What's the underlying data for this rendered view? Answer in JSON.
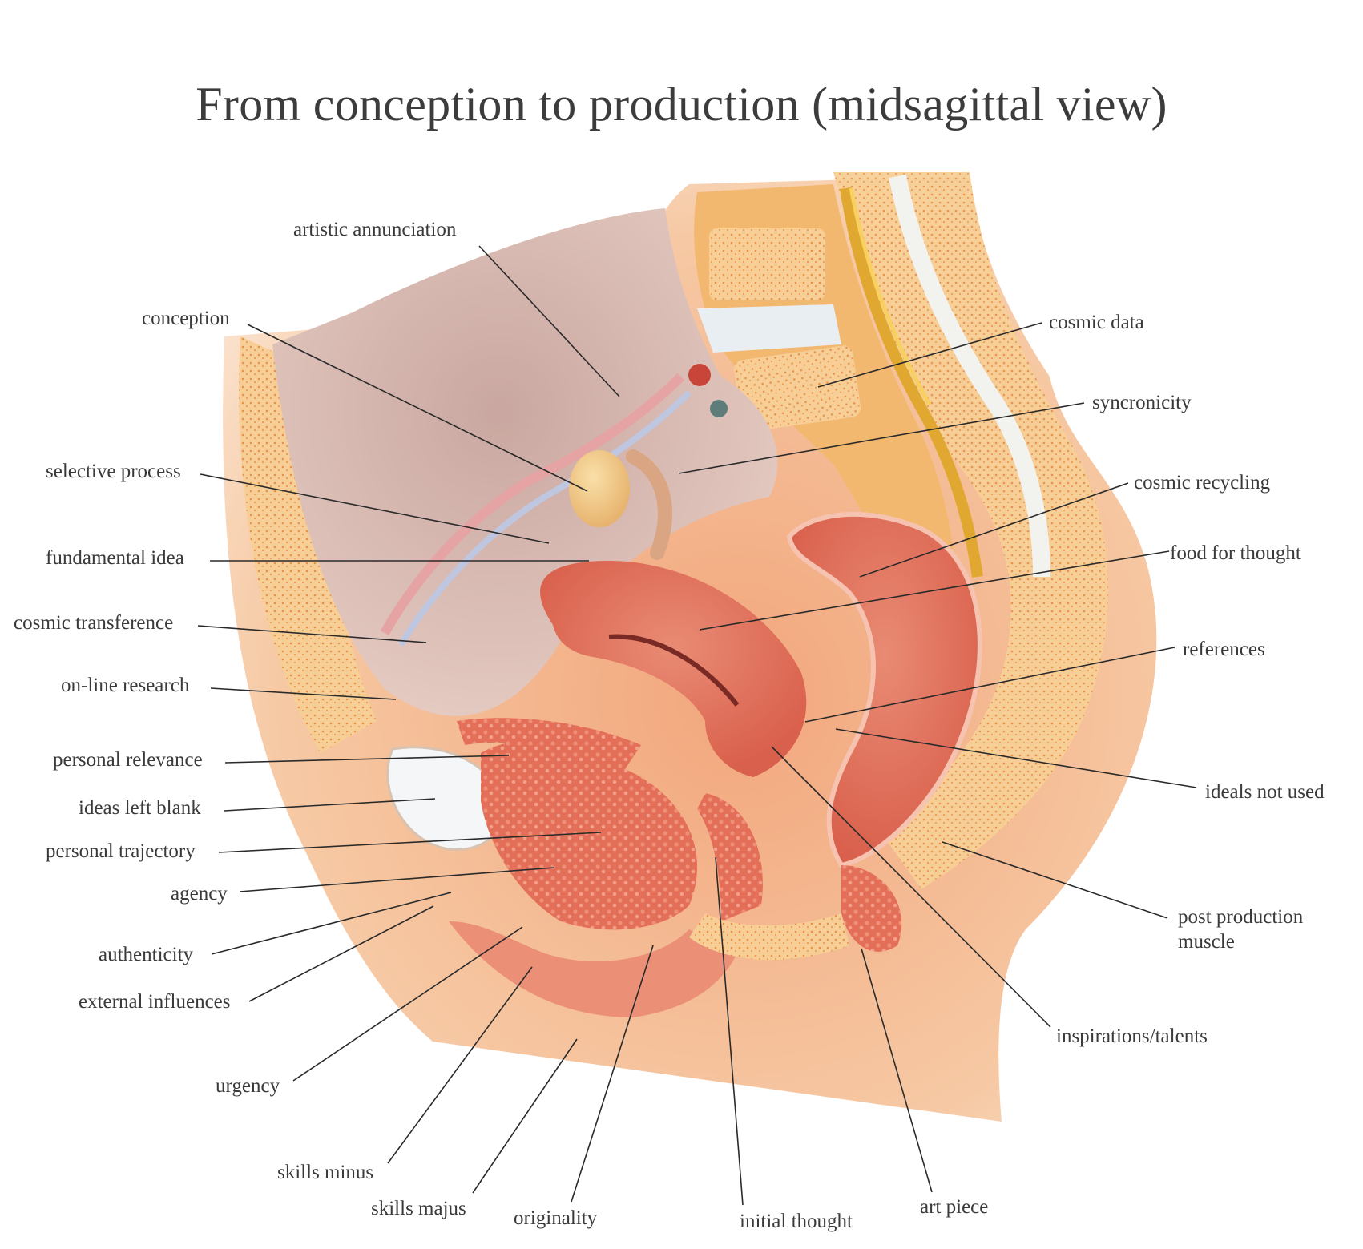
{
  "title": "From conception to production (midsagittal view)",
  "labels": {
    "artistic_annunciation": "artistic annunciation",
    "conception": "conception",
    "selective_process": "selective process",
    "fundamental_idea": "fundamental idea",
    "cosmic_transference": "cosmic transference",
    "online_research": "on-line research",
    "personal_relevance": "personal relevance",
    "ideas_left_blank": "ideas left blank",
    "personal_trajectory": "personal trajectory",
    "agency": "agency",
    "authenticity": "authenticity",
    "external_influences": "external influences",
    "urgency": "urgency",
    "skills_minus": "skills minus",
    "skills_majus": "skills majus",
    "originality": "originality",
    "initial_thought": "initial thought",
    "art_piece": "art piece",
    "inspirations_talents": "inspirations/talents",
    "post_production_muscle": "post production\nmuscle",
    "ideals_not_used": "ideals not used",
    "references": "references",
    "food_for_thought": "food for thought",
    "cosmic_recycling": "cosmic recycling",
    "syncronicity": "syncronicity",
    "cosmic_data": "cosmic data"
  },
  "colors": {
    "skin": "#f4c9a0",
    "fat": "#f6b45a",
    "muscle": "#e46f58",
    "bone": "#f3d7a9",
    "leader_line": "#2a2a2a"
  }
}
